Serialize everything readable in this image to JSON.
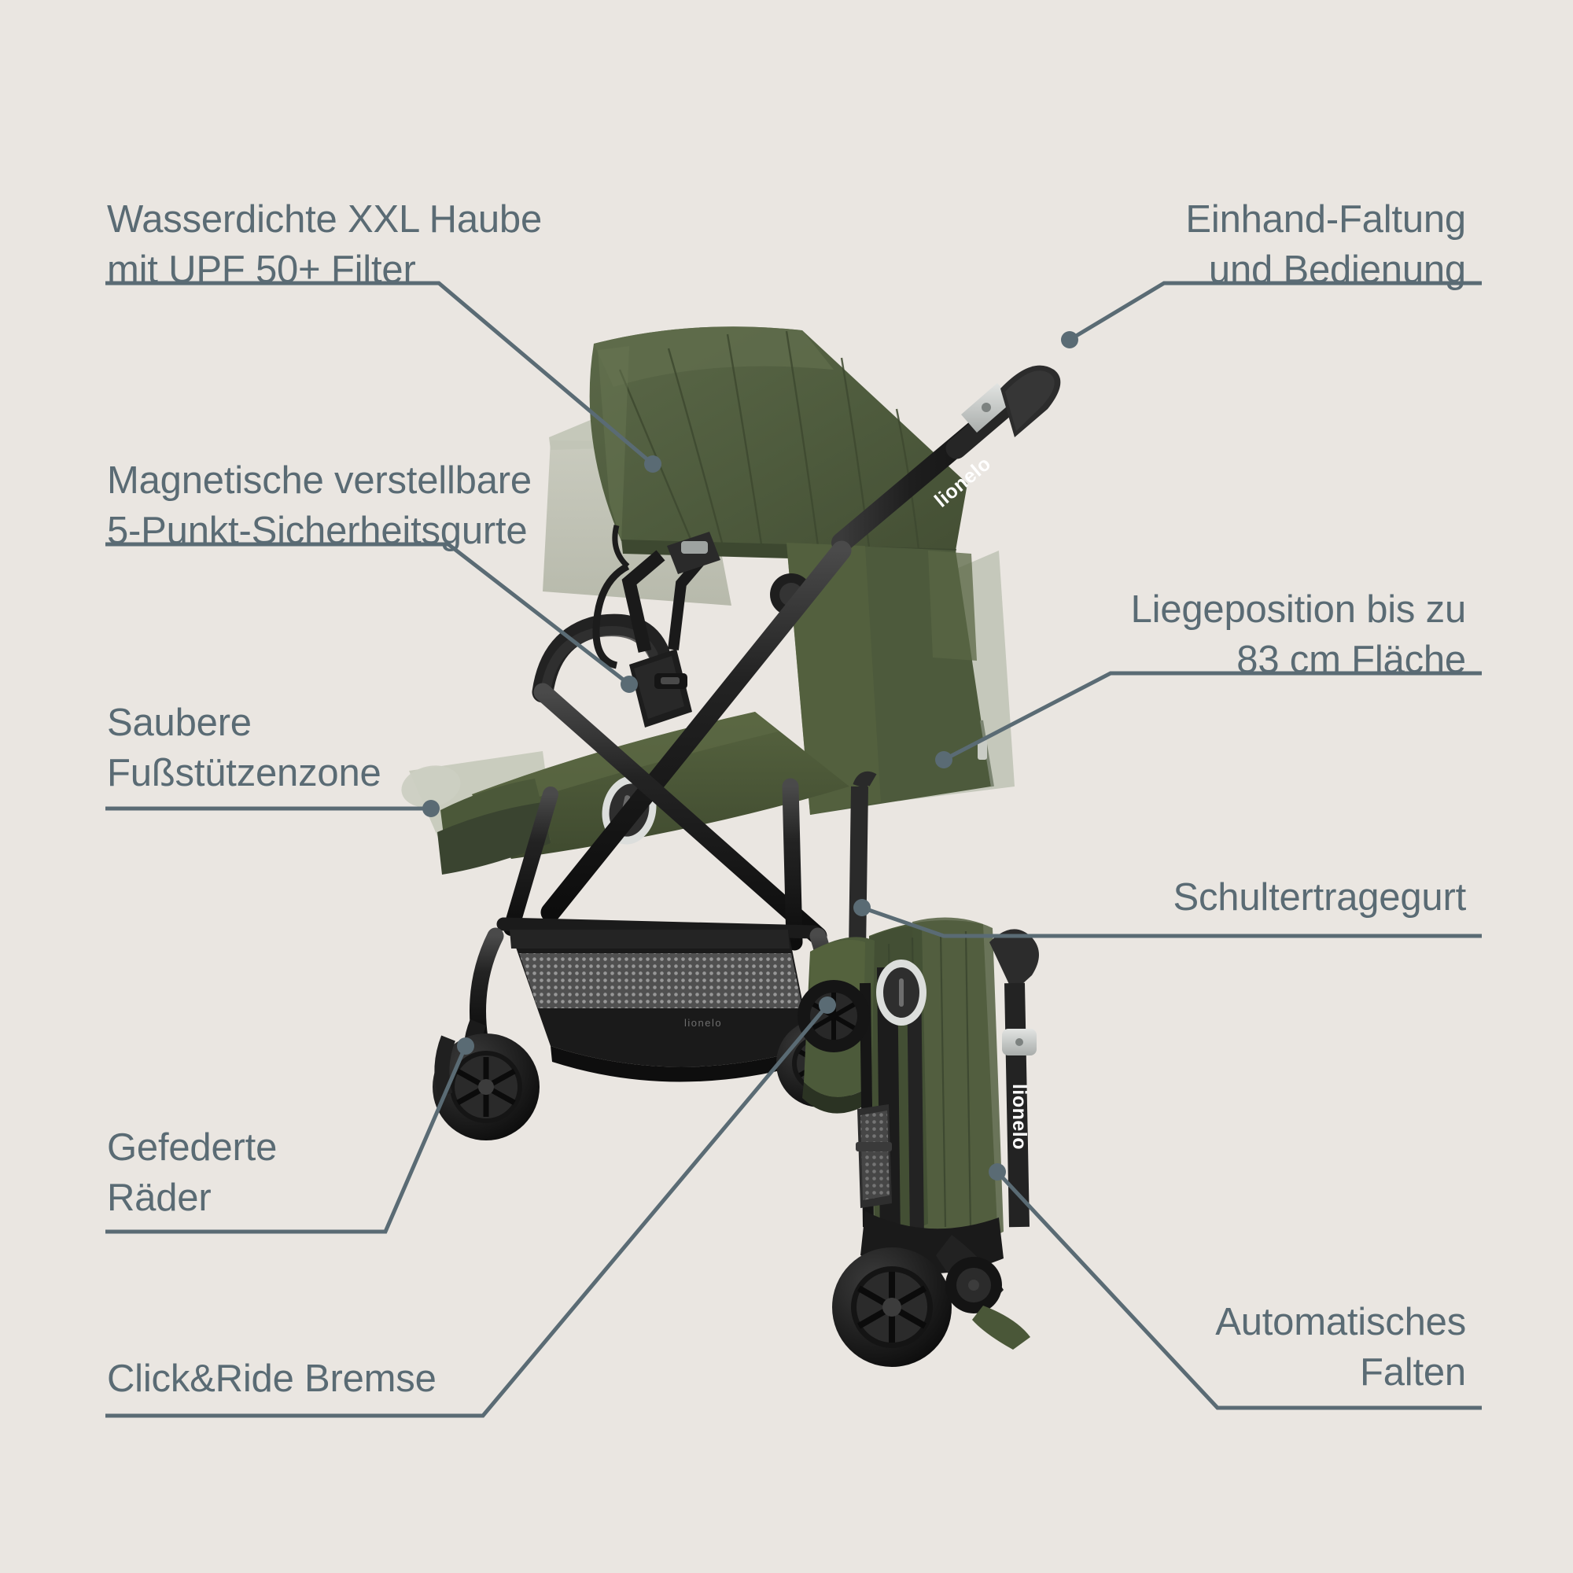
{
  "page": {
    "background_color": "#EAE6E1",
    "text_color": "#5A6B74",
    "line_color": "#5A6B74",
    "brand": "lionelo",
    "product_colors": {
      "canopy_green": "#515E3F",
      "fabric_green": "#4F5C3E",
      "light_gray_panel": "#B9BCAD",
      "frame_black": "#1C1C1C",
      "handle_black": "#2A2A2A",
      "accent_silver": "#C9CCCA"
    }
  },
  "callouts": [
    {
      "id": "waterproof-canopy",
      "name": "callout-waterproof-canopy",
      "side": "left",
      "line1": "Wasserdichte XXL Haube",
      "line2": "mit UPF 50+ Filter",
      "text": "Wasserdichte XXL Haube\nmit UPF 50+ Filter"
    },
    {
      "id": "one-hand-fold",
      "name": "callout-one-hand-fold",
      "side": "right",
      "line1": "Einhand-Faltung",
      "line2": "und Bedienung",
      "text": "Einhand-Faltung\nund Bedienung"
    },
    {
      "id": "magnetic-harness",
      "name": "callout-magnetic-harness",
      "side": "left",
      "line1": "Magnetische verstellbare",
      "line2": "5-Punkt-Sicherheitsgurte",
      "text": "Magnetische verstellbare\n5-Punkt-Sicherheitsgurte"
    },
    {
      "id": "recline-position",
      "name": "callout-recline-position",
      "side": "right",
      "line1": "Liegeposition bis zu",
      "line2": "83 cm Fläche",
      "text": "Liegeposition bis zu\n83 cm Fläche"
    },
    {
      "id": "clean-footrest",
      "name": "callout-clean-footrest",
      "side": "left",
      "line1": "Saubere",
      "line2": "Fußstützenzone",
      "text": "Saubere\nFußstützenzone"
    },
    {
      "id": "shoulder-strap",
      "name": "callout-shoulder-strap",
      "side": "right",
      "line1": "Schultertragegurt",
      "line2": "",
      "text": "Schultertragegurt"
    },
    {
      "id": "suspension-wheels",
      "name": "callout-suspension-wheels",
      "side": "left",
      "line1": "Gefederte",
      "line2": "Räder",
      "text": "Gefederte\nRäder"
    },
    {
      "id": "automatic-folding",
      "name": "callout-automatic-folding",
      "side": "right",
      "line1": "Automatisches",
      "line2": "Falten",
      "text": "Automatisches\nFalten"
    },
    {
      "id": "click-ride-brake",
      "name": "callout-click-ride-brake",
      "side": "left",
      "line1": "Click&Ride Bremse",
      "line2": "",
      "text": "Click&Ride Bremse"
    }
  ],
  "brand_marks": {
    "canopy_logo": "lionelo",
    "folded_logo": "lionelo"
  }
}
